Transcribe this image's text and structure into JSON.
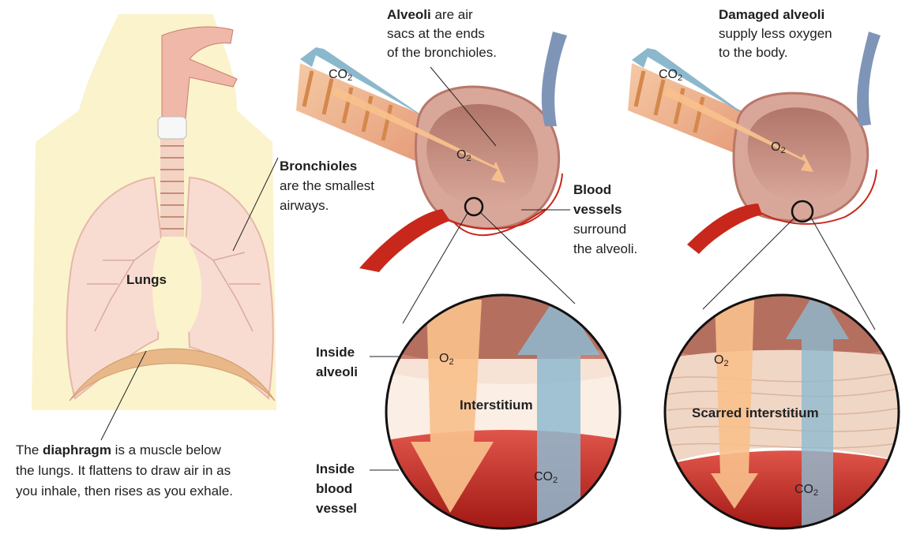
{
  "lungs_panel": {
    "lungs_label": "Lungs",
    "diaphragm_caption": {
      "prefix": "The ",
      "bold": "diaphragm",
      "rest1": " is a muscle below",
      "line2": "the lungs. It flattens to draw air in as",
      "line3": "you inhale, then rises as you exhale."
    }
  },
  "healthy_panel": {
    "alveoli_caption": {
      "bold": "Alveoli",
      "rest1": " are air",
      "line2": "sacs at the ends",
      "line3": "of the bronchioles."
    },
    "bronchioles_caption": {
      "bold": "Bronchioles",
      "line2": "are the smallest",
      "line3": "airways."
    },
    "blood_vessels_caption": {
      "bold_line1": "Blood",
      "bold_line2": "vessels",
      "line3": "surround",
      "line4": "the alveoli."
    },
    "co2_label": "CO",
    "o2_label": "O",
    "gas_subscript": "2"
  },
  "damaged_panel": {
    "caption": {
      "bold": "Damaged alveoli",
      "line2": "supply less oxygen",
      "line3": "to the body."
    },
    "co2_label": "CO",
    "o2_label": "O",
    "gas_subscript": "2"
  },
  "healthy_zoom": {
    "inside_alveoli": [
      "Inside",
      "alveoli"
    ],
    "interstitium_label": "Interstitium",
    "inside_blood_vessel": [
      "Inside",
      "blood",
      "vessel"
    ],
    "o2_label": "O",
    "co2_label": "CO",
    "gas_subscript": "2"
  },
  "damaged_zoom": {
    "interstitium_label": "Scarred interstitium",
    "o2_label": "O",
    "co2_label": "CO",
    "gas_subscript": "2"
  },
  "colors": {
    "torso_bg": "#fbf3cc",
    "lung_fill": "#f8dcd2",
    "diaphragm": "#e8b889",
    "alveoli_fill": "#b97c70",
    "blood_red": "#c8281c",
    "co2_blue": "#7fb0c8",
    "o2_peach": "#f8c08c"
  }
}
